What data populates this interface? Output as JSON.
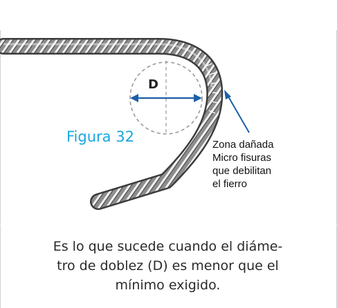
{
  "figure": {
    "label": "Figura 32",
    "diameter_label": "D",
    "annotation": {
      "lines": [
        "Zona dañada",
        "Micro fisuras",
        "que debilitan",
        "el fierro"
      ]
    },
    "caption_lines": [
      "Es lo que sucede cuando el diáme-",
      "tro de doblez (D) es menor que el",
      "mínimo exigido."
    ]
  },
  "colors": {
    "figure_label": "#19a7dd",
    "arrow": "#1b5fa8",
    "rebar_dark": "#3f3f3f",
    "rebar_light": "#b5b5b5",
    "border": "#d0d0d0"
  }
}
